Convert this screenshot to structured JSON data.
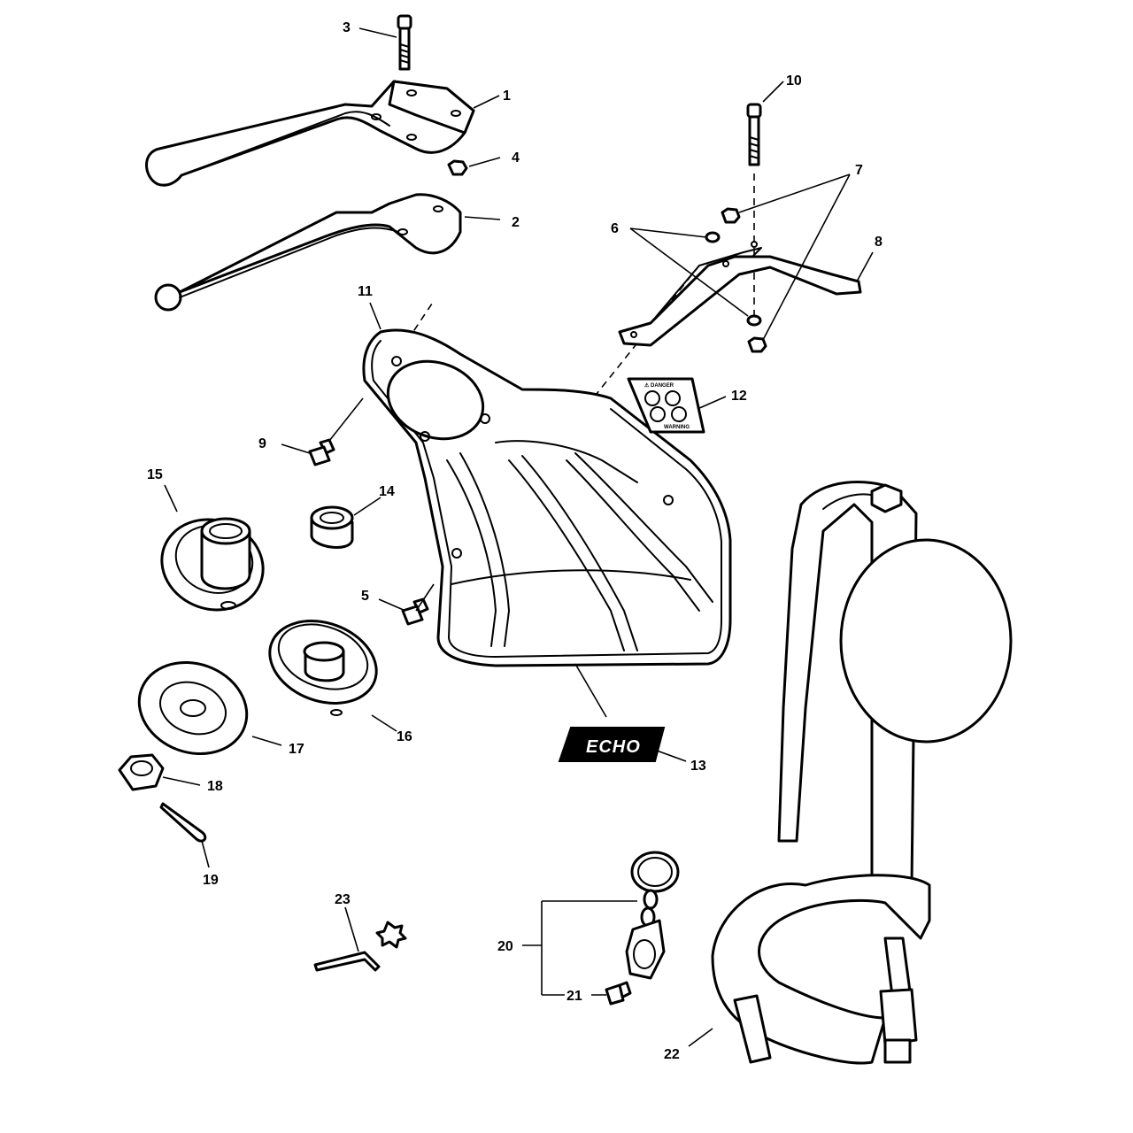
{
  "callouts": {
    "c1": "1",
    "c2": "2",
    "c3": "3",
    "c4": "4",
    "c5": "5",
    "c6": "6",
    "c7": "7",
    "c8": "8",
    "c9": "9",
    "c10": "10",
    "c11": "11",
    "c12": "12",
    "c13": "13",
    "c14": "14",
    "c15": "15",
    "c16": "16",
    "c17": "17",
    "c18": "18",
    "c19": "19",
    "c20": "20",
    "c21": "21",
    "c22": "22",
    "c23": "23"
  },
  "decal": {
    "warning_title": "⚠ DANGER",
    "footer": "WARNING"
  },
  "logo": {
    "brand": "ECHO"
  }
}
